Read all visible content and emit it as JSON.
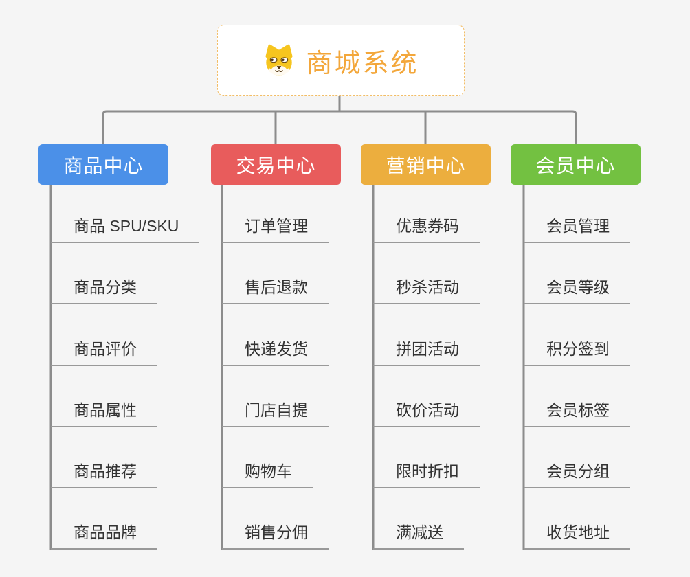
{
  "root": {
    "title": "商城系统",
    "icon": "dog-face-icon",
    "title_color": "#f3a73b",
    "border_color": "#f2bd66",
    "background": "#ffffff"
  },
  "branches": [
    {
      "label": "商品中心",
      "color": "#4b90e8",
      "children": [
        "商品 SPU/SKU",
        "商品分类",
        "商品评价",
        "商品属性",
        "商品推荐",
        "商品品牌"
      ]
    },
    {
      "label": "交易中心",
      "color": "#e85c5c",
      "children": [
        "订单管理",
        "售后退款",
        "快递发货",
        "门店自提",
        "购物车",
        "销售分佣"
      ]
    },
    {
      "label": "营销中心",
      "color": "#ecae3e",
      "children": [
        "优惠券码",
        "秒杀活动",
        "拼团活动",
        "砍价活动",
        "限时折扣",
        "满减送"
      ]
    },
    {
      "label": "会员中心",
      "color": "#73c141",
      "children": [
        "会员管理",
        "会员等级",
        "积分签到",
        "会员标签",
        "会员分组",
        "收货地址"
      ]
    }
  ],
  "styles": {
    "connector_color": "#8c8c8c",
    "leaf_underline_color": "#999999",
    "leaf_text_color": "#333333",
    "canvas_background": "#f5f5f5"
  }
}
